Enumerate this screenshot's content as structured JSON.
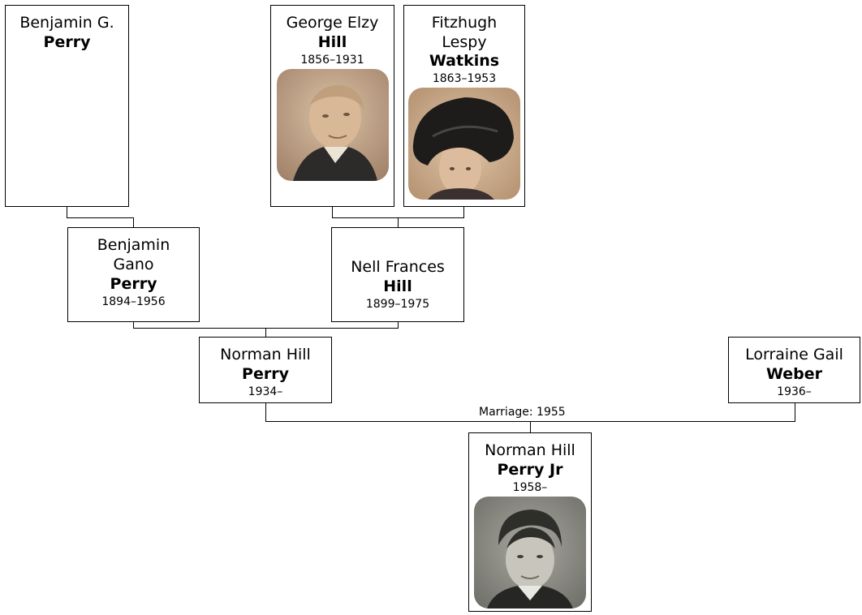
{
  "people": {
    "benjamin_g_perry": {
      "given": "Benjamin G.",
      "surname": "Perry"
    },
    "george_elzy_hill": {
      "given": "George Elzy",
      "surname": "Hill",
      "dates": "1856–1931"
    },
    "fitzhugh_lespy_watkins": {
      "given_line1": "Fitzhugh",
      "given_line2": "Lespy",
      "surname": "Watkins",
      "dates": "1863–1953"
    },
    "benjamin_gano_perry": {
      "given_line1": "Benjamin",
      "given_line2": "Gano",
      "surname": "Perry",
      "dates": "1894–1956"
    },
    "nell_frances_hill": {
      "given": "Nell Frances",
      "surname": "Hill",
      "dates": "1899–1975"
    },
    "norman_hill_perry": {
      "given": "Norman Hill",
      "surname": "Perry",
      "dates": "1934–"
    },
    "lorraine_gail_weber": {
      "given": "Lorraine Gail",
      "surname": "Weber",
      "dates": "1936–"
    },
    "norman_hill_perry_jr": {
      "given": "Norman Hill",
      "surname": "Perry Jr",
      "dates": "1958–"
    }
  },
  "marriage": {
    "label": "Marriage: 1955"
  },
  "colors": {
    "border": "#000000",
    "line": "#000000",
    "sepia_photo": "#b8987a",
    "bw_photo": "#8a8a84"
  }
}
